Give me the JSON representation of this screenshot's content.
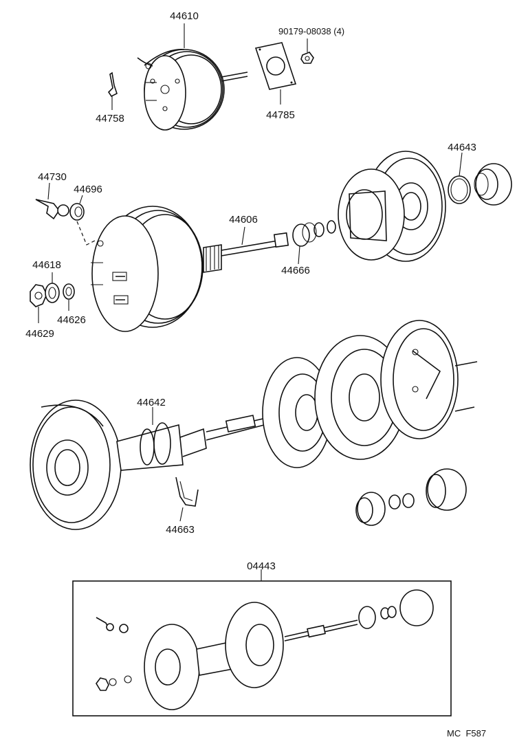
{
  "title": "",
  "parts": [
    {
      "id": "p44610",
      "label": "44610"
    },
    {
      "id": "p90179",
      "label": "90179-08038 (4)"
    },
    {
      "id": "p44758",
      "label": "44758"
    },
    {
      "id": "p44785",
      "label": "44785"
    },
    {
      "id": "p44643",
      "label": "44643"
    },
    {
      "id": "p44730",
      "label": "44730"
    },
    {
      "id": "p44696",
      "label": "44696"
    },
    {
      "id": "p44606",
      "label": "44606"
    },
    {
      "id": "p44666",
      "label": "44666"
    },
    {
      "id": "p44618",
      "label": "44618"
    },
    {
      "id": "p44626",
      "label": "44626"
    },
    {
      "id": "p44629",
      "label": "44629"
    },
    {
      "id": "p44642",
      "label": "44642"
    },
    {
      "id": "p44663",
      "label": "44663"
    },
    {
      "id": "p04443",
      "label": "04443"
    }
  ],
  "footer": {
    "code": "MC  F587"
  }
}
